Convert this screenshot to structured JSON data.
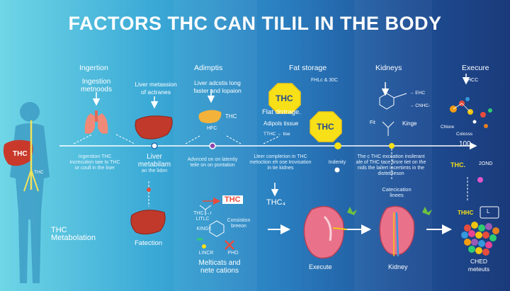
{
  "title": "FACTORS THC CAN TILIL IN THE BODY",
  "headers": {
    "ingertion": "Ingertion",
    "adimptis": "Adimptis",
    "fat_storage": "Fat storage",
    "kidneys": "Kidneys",
    "execure": "Execure"
  },
  "labels": {
    "ingestion_methods": "Ingestion\nmetnoods",
    "liver_metassion": "Liver metassion\nof actranes",
    "liver_adiposis": "Liver adcstis long\nfaster and lopaion",
    "fhlc": "FHLc & 30C",
    "flat_distrage": "Flat distrage.",
    "adipols_tissue": "Adipols tissue",
    "tthc_row": "TTHC ← tise",
    "thc_box": "THC",
    "thc_box2": "THC",
    "thc_drop": "THC",
    "hfc": "HFC",
    "liver_metabilam": "Liver\nmetabilam",
    "on_the_lidon": "an the lidon",
    "ingestion_note": "Ingerstion THC\nincrecution taie to THC\nor coull in the liser",
    "adipose_note": "Advnced on on latentiy\nteile on on pontation",
    "liver_complete": "Lleer complerion in THC\nmetoction eh ose trovisation\nin tie kidnes",
    "indenity": "Indenity",
    "thc_excretion": "The c THC exccation insilerant\nale of THC tace firsre tiet on the\nnids the lailert incertimts in the\ndisttebleson",
    "kinge": "Kinge",
    "fit": "Fit",
    "ev_dnc": "→ EHC",
    "ev_onc": "→ CNHC-",
    "hoc": "HCC",
    "colors": "Colosss",
    "chlore": "Chlore",
    "exec_thc": "THC.",
    "exec_2ond": "2OND",
    "exec_num": "100",
    "thc_left": "THC",
    "thc_small": "THC",
    "thc_metabolation": "THC\nMetabolation",
    "fatection": "Fatection",
    "thc_red": "THC",
    "thc_lic": "THC →r\nLITLC",
    "kinge_2": "KING€",
    "consistion": "Consistion\nbreeon",
    "lincr": "LINCR",
    "pho": "PHO",
    "meltic": "Melticats and\nnete cations",
    "thc_sub": "THC₄",
    "execute": "Execute",
    "kidney": "Kidney",
    "catecication": "Catecication\nlinees",
    "thhc": "THHC",
    "ched": "CHED\nmeteuts",
    "l_box": "L"
  },
  "colors": {
    "liver": "#c0392b",
    "thc_yellow": "#f7e017",
    "kidney_pink": "#e9728a",
    "arrow": "#ffffff"
  }
}
